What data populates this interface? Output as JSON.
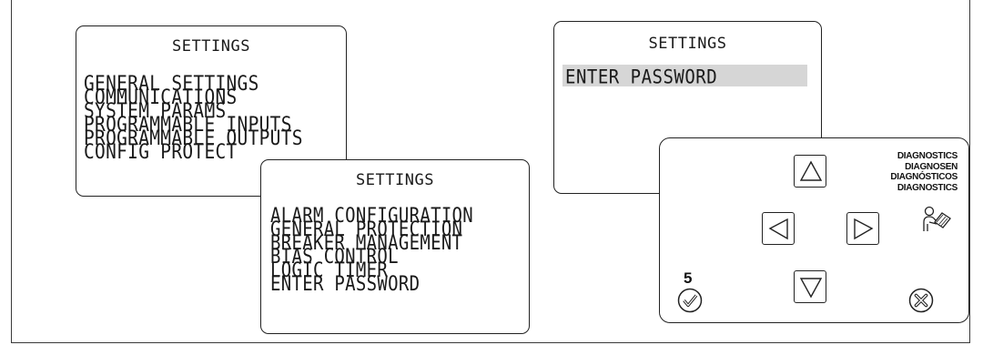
{
  "screen1": {
    "title": "SETTINGS",
    "items": [
      "GENERAL SETTINGS",
      "COMMUNICATIONS",
      "SYSTEM PARAMS",
      "PROGRAMMABLE INPUTS",
      "PROGRAMMABLE OUTPUTS",
      "CONFIG PROTECT"
    ]
  },
  "screen2": {
    "title": "SETTINGS",
    "items": [
      "ALARM CONFIGURATION",
      "GENERAL PROTECTION",
      "BREAKER MANAGEMENT",
      "BIAS CONTROL",
      "LOGIC TIMER",
      "ENTER PASSWORD"
    ]
  },
  "screen3": {
    "title": "SETTINGS",
    "entry": "ENTER PASSWORD",
    "highlight_color": "#d6d6d6"
  },
  "keypad": {
    "step_number": "5",
    "diagnostics_labels": [
      "DIAGNOSTICS",
      "DIAGNOSEN",
      "DIAGNÓSTICOS",
      "DIAGNOSTICS"
    ],
    "icons": {
      "up": "arrow-up-icon",
      "left": "arrow-left-icon",
      "right": "arrow-right-icon",
      "down": "arrow-down-icon",
      "enter": "checkmark-icon",
      "cancel": "cross-icon",
      "diagnostics": "diagnostics-person-icon"
    }
  }
}
